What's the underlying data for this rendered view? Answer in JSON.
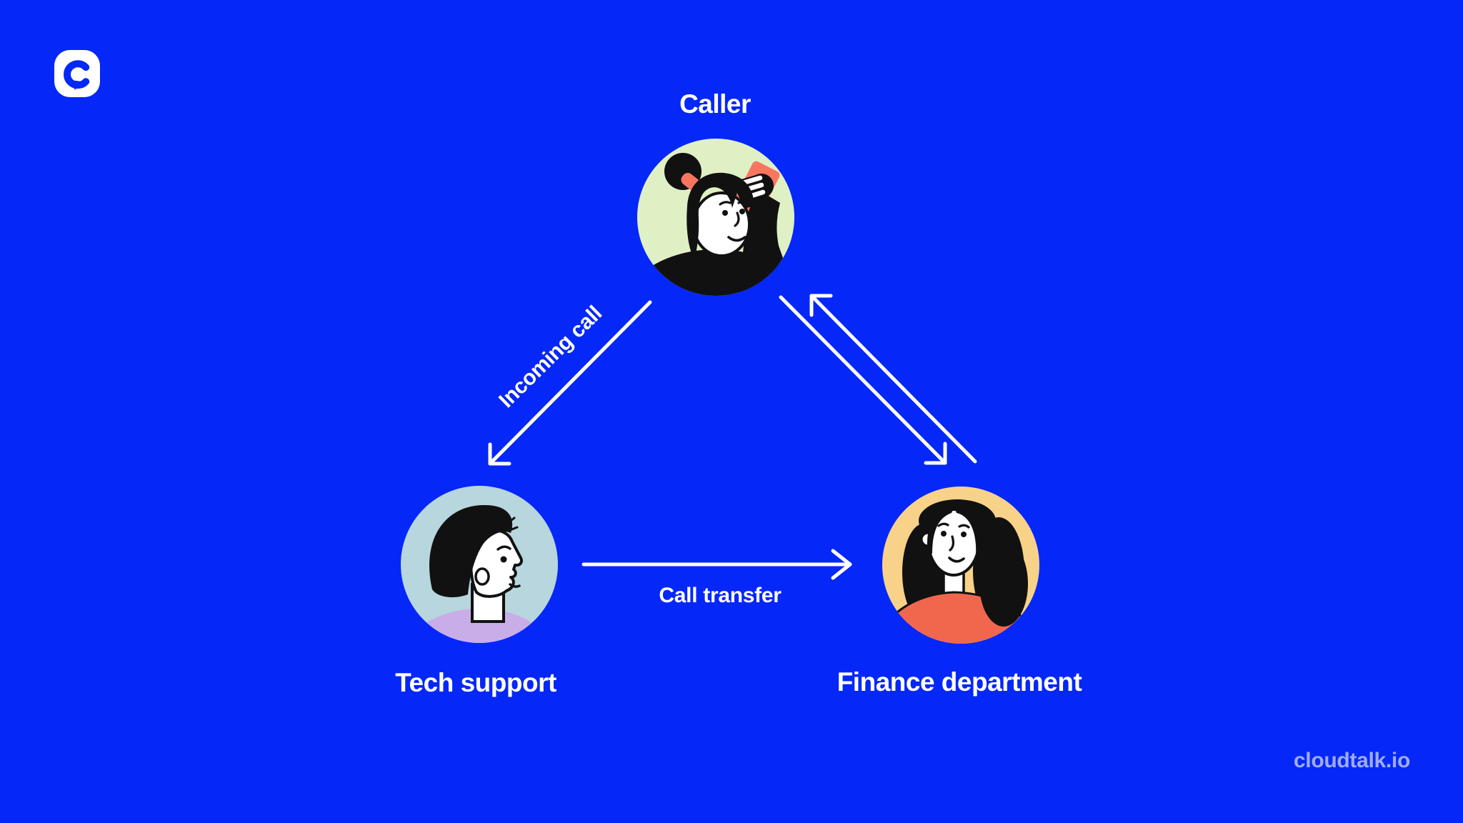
{
  "page": {
    "background_color": "#0527F8",
    "arrow_color": "#FFFFFF",
    "text_color": "#FFFFFF"
  },
  "logo": {
    "name": "cloudtalk-logo",
    "glyph": "C"
  },
  "footer": {
    "brand": "cloudtalk.io"
  },
  "diagram": {
    "nodes": [
      {
        "id": "caller",
        "label": "Caller",
        "avatar": "woman-with-bun-holding-phone",
        "avatar_bg": "#DFF0C5",
        "accent_colors": [
          "#F8765F",
          "#111111",
          "#FFFFFF"
        ]
      },
      {
        "id": "tech-support",
        "label": "Tech support",
        "avatar": "man-profile",
        "avatar_bg": "#B7D6DD",
        "accent_colors": [
          "#C9ADE8",
          "#111111",
          "#FFFFFF"
        ]
      },
      {
        "id": "finance-department",
        "label": "Finance department",
        "avatar": "woman-long-hair",
        "avatar_bg": "#F8D288",
        "accent_colors": [
          "#F0674E",
          "#111111",
          "#FFFFFF"
        ]
      }
    ],
    "edges": [
      {
        "from": "caller",
        "to": "tech-support",
        "label": "Incoming call",
        "type": "one-way-arrow"
      },
      {
        "from": "tech-support",
        "to": "finance-department",
        "label": "Call transfer",
        "type": "one-way-arrow"
      },
      {
        "from": "caller",
        "to": "finance-department",
        "label": "",
        "type": "two-way-arrow"
      }
    ]
  }
}
